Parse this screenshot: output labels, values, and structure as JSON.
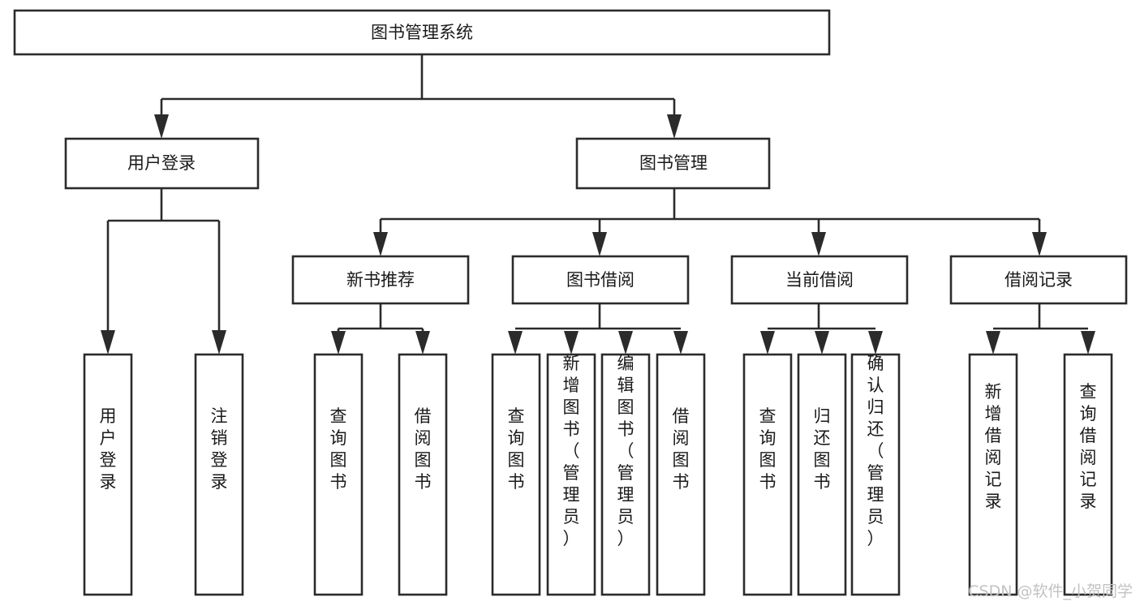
{
  "diagram": {
    "title": "图书管理系统",
    "type": "tree-hierarchy",
    "root": {
      "id": "root",
      "label": "图书管理系统"
    },
    "level2": [
      {
        "id": "user-login",
        "label": "用户登录"
      },
      {
        "id": "book-manage",
        "label": "图书管理"
      }
    ],
    "level3": [
      {
        "id": "new-book-recommend",
        "label": "新书推荐",
        "parent": "book-manage"
      },
      {
        "id": "book-borrow",
        "label": "图书借阅",
        "parent": "book-manage"
      },
      {
        "id": "current-borrow",
        "label": "当前借阅",
        "parent": "book-manage"
      },
      {
        "id": "borrow-record",
        "label": "借阅记录",
        "parent": "book-manage"
      }
    ],
    "leaves": [
      {
        "id": "leaf-user-login",
        "label": "用户登录",
        "parent": "user-login"
      },
      {
        "id": "leaf-logout-login",
        "label": "注销登录",
        "parent": "user-login"
      },
      {
        "id": "leaf-query-book-1",
        "label": "查询图书",
        "parent": "new-book-recommend"
      },
      {
        "id": "leaf-borrow-book-1",
        "label": "借阅图书",
        "parent": "new-book-recommend"
      },
      {
        "id": "leaf-query-book-2",
        "label": "查询图书",
        "parent": "book-borrow"
      },
      {
        "id": "leaf-add-book",
        "label": "新增图书（管理员）",
        "parent": "book-borrow"
      },
      {
        "id": "leaf-edit-book",
        "label": "编辑图书（管理员）",
        "parent": "book-borrow"
      },
      {
        "id": "leaf-borrow-book-2",
        "label": "借阅图书",
        "parent": "book-borrow"
      },
      {
        "id": "leaf-query-book-3",
        "label": "查询图书",
        "parent": "current-borrow"
      },
      {
        "id": "leaf-return-book",
        "label": "归还图书",
        "parent": "current-borrow"
      },
      {
        "id": "leaf-confirm-return",
        "label": "确认归还（管理员）",
        "parent": "current-borrow"
      },
      {
        "id": "leaf-add-record",
        "label": "新增借阅记录",
        "parent": "borrow-record"
      },
      {
        "id": "leaf-query-record",
        "label": "查询借阅记录",
        "parent": "borrow-record"
      }
    ],
    "watermark": "CSDN @软件_小贺同学",
    "colors": {
      "stroke": "#2b2b2b",
      "fill": "#ffffff",
      "text": "#1a1a1a",
      "watermark": "#c2c2c2",
      "background": "#ffffff"
    }
  }
}
